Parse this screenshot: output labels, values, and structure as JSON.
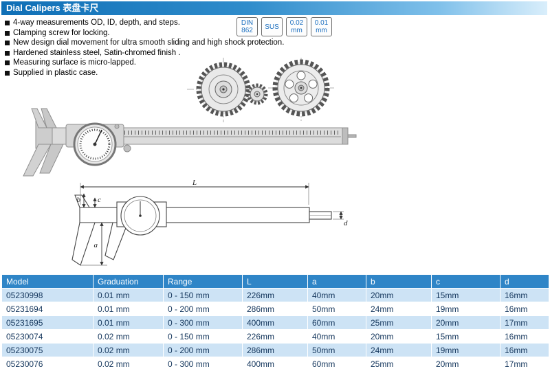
{
  "header": {
    "title": "Dial Calipers 表盘卡尺"
  },
  "features": [
    "4-way measurements OD, ID, depth, and steps.",
    "Clamping screw for locking.",
    "New design dial movement for ultra smooth sliding and high shock protection.",
    "Hardened stainless steel, Satin-chromed finish .",
    "Measuring surface is micro-lapped.",
    "Supplied in plastic case."
  ],
  "badges": [
    {
      "line1": "DIN",
      "line2": "862"
    },
    {
      "line1": "SUS",
      "line2": ""
    },
    {
      "line1": "0.02",
      "line2": "mm"
    },
    {
      "line1": "0.01",
      "line2": "mm"
    }
  ],
  "diagram": {
    "labels": {
      "L": "L",
      "a": "a",
      "b": "b",
      "c": "c",
      "d": "d"
    }
  },
  "table": {
    "headers": [
      "Model",
      "Graduation",
      "Range",
      "L",
      "a",
      "b",
      "c",
      "d"
    ],
    "rows": [
      [
        "05230998",
        "0.01 mm",
        "0 - 150 mm",
        "226mm",
        "40mm",
        "20mm",
        "15mm",
        "16mm"
      ],
      [
        "05231694",
        "0.01 mm",
        "0 - 200 mm",
        "286mm",
        "50mm",
        "24mm",
        "19mm",
        "16mm"
      ],
      [
        "05231695",
        "0.01 mm",
        "0 - 300 mm",
        "400mm",
        "60mm",
        "25mm",
        "20mm",
        "17mm"
      ],
      [
        "05230074",
        "0.02 mm",
        "0 - 150 mm",
        "226mm",
        "40mm",
        "20mm",
        "15mm",
        "16mm"
      ],
      [
        "05230075",
        "0.02 mm",
        "0 - 200 mm",
        "286mm",
        "50mm",
        "24mm",
        "19mm",
        "16mm"
      ],
      [
        "05230076",
        "0.02 mm",
        "0 - 300 mm",
        "400mm",
        "60mm",
        "25mm",
        "20mm",
        "17mm"
      ]
    ]
  },
  "colors": {
    "title_bar_blue": "#0f6fb6",
    "table_header_blue": "#2f85c7",
    "table_row_alt": "#cde3f5",
    "badge_text_blue": "#1a6ebf"
  }
}
